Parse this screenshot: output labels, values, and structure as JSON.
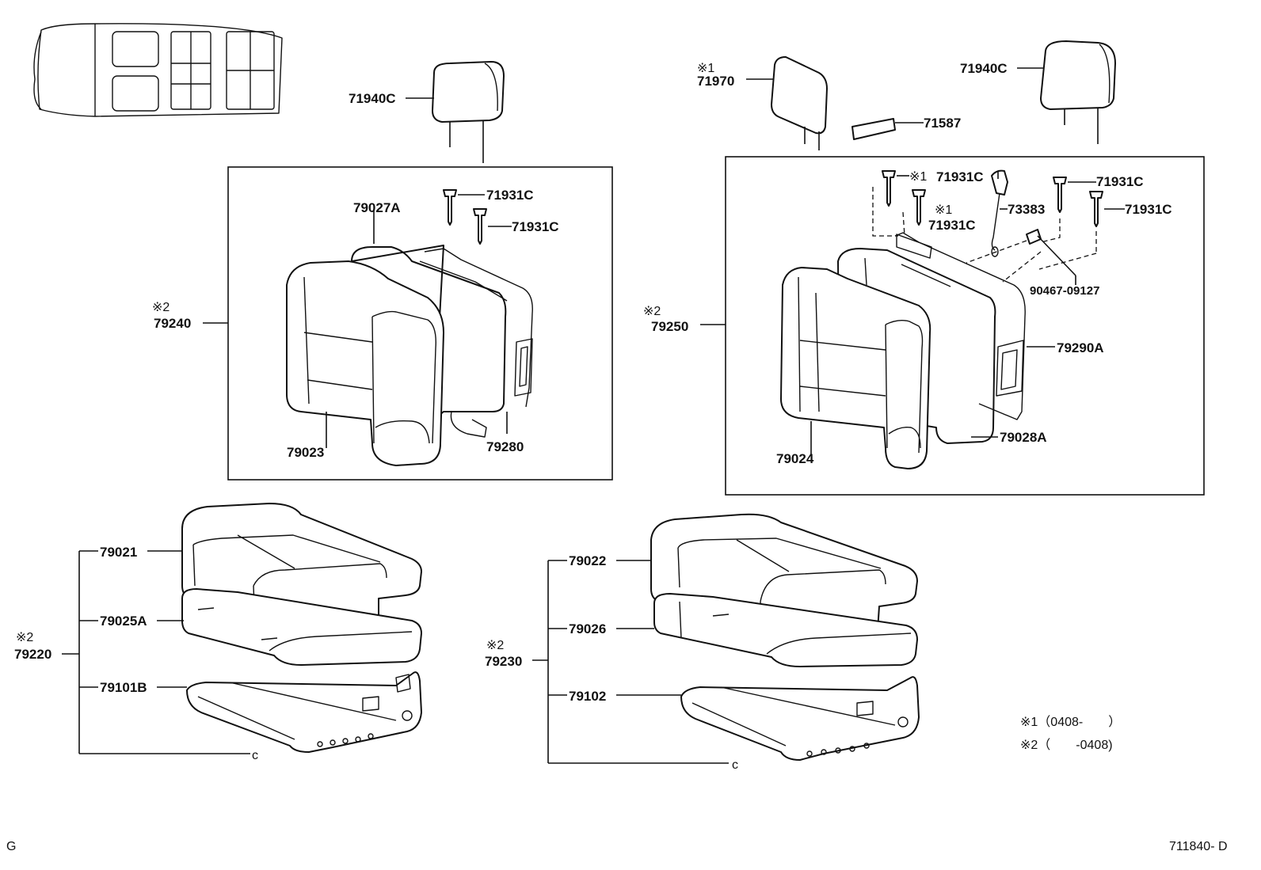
{
  "parts": {
    "hr_left": "71940C",
    "hr_right": "71940C",
    "hr_center_mark": "※1",
    "hr_center": "71970",
    "label_71587": "71587",
    "guide_l1": "71931C",
    "guide_l2": "71931C",
    "guide_r1_mark": "※1",
    "guide_r1": "71931C",
    "guide_r2_mark": "※1",
    "guide_r2": "71931C",
    "guide_r3": "71931C",
    "guide_r4": "71931C",
    "belt": "73383",
    "bolt": "90467-09127",
    "back_l_mark": "※2",
    "back_l": "79240",
    "back_r_mark": "※2",
    "back_r": "79250",
    "cover_l_back": "79027A",
    "cover_l_front": "79023",
    "frame_l": "79280",
    "cover_r_front": "79024",
    "cover_r_back": "79028A",
    "frame_r": "79290A",
    "cush_l_mark": "※2",
    "cush_l": "79220",
    "cush_l_1": "79021",
    "cush_l_2": "79025A",
    "cush_l_3": "79101B",
    "cush_l_c": "c",
    "cush_r_mark": "※2",
    "cush_r": "79230",
    "cush_r_1": "79022",
    "cush_r_2": "79026",
    "cush_r_3": "79102",
    "cush_r_c": "c"
  },
  "notes": {
    "n1": "※1（0408-　　）",
    "n2": "※2（　　-0408)"
  },
  "footer": {
    "left": "G",
    "right": "711840- D"
  }
}
